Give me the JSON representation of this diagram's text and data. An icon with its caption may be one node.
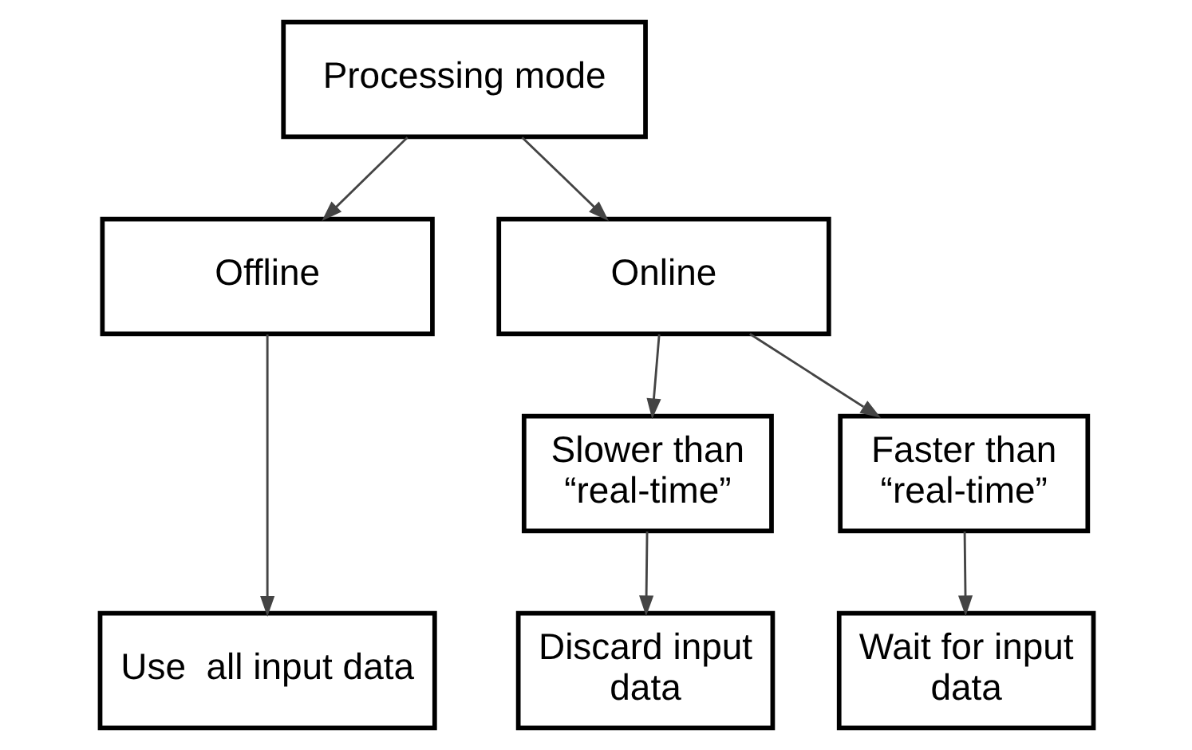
{
  "diagram": {
    "nodes": [
      {
        "text": [
          "Processing mode"
        ]
      },
      {
        "text": [
          "Offline"
        ]
      },
      {
        "text": [
          "Online"
        ]
      },
      {
        "text": [
          "Slower than “real-time”"
        ]
      },
      {
        "text": [
          "Faster than “real-time”"
        ]
      },
      {
        "text": [
          "Use  all input data"
        ]
      },
      {
        "text": [
          "Discard input data"
        ]
      },
      {
        "text": [
          "Wait for input data"
        ]
      }
    ],
    "edges": [
      {
        "from": 0,
        "to": 1,
        "arrow": "to"
      },
      {
        "from": 0,
        "to": 2,
        "arrow": "to"
      },
      {
        "from": 2,
        "to": 3,
        "arrow": "to"
      },
      {
        "from": 2,
        "to": 4,
        "arrow": "to"
      },
      {
        "from": 1,
        "to": 5,
        "arrow": "to"
      },
      {
        "from": 3,
        "to": 6,
        "arrow": "to"
      },
      {
        "from": 4,
        "to": 7,
        "arrow": "to"
      }
    ]
  }
}
